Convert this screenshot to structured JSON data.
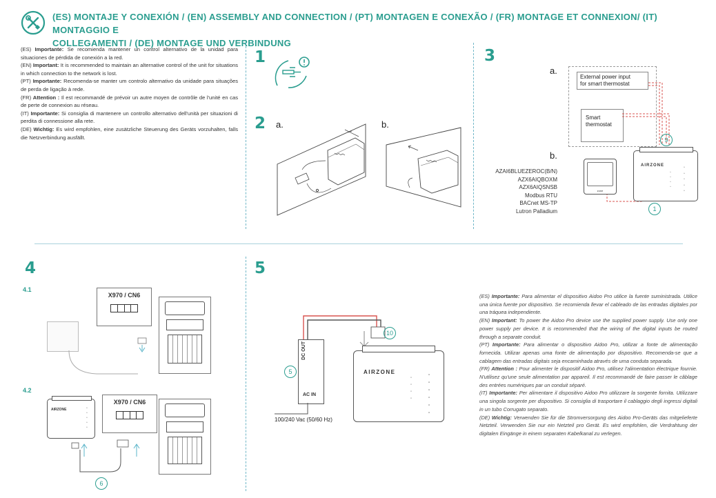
{
  "header": {
    "title_line1": "(ES) MONTAJE Y CONEXIÓN / (EN) ASSEMBLY AND CONNECTION / (PT) MONTAGEN E CONEXÃO / (FR) MONTAGE ET CONNEXION/ (IT) MONTAGGIO E",
    "title_line2": "COLLEGAMENTI / (DE) MONTAGE UND VERBINDUNG",
    "icon": "tools-icon"
  },
  "intro_notes": [
    {
      "lang": "(ES) ",
      "label": "Importante:",
      "text": " Se recomienda mantener un control alternativo de la unidad para situaciones de pérdida de conexión a la red."
    },
    {
      "lang": "(EN) ",
      "label": "Important:",
      "text": " It is recommended to maintain an alternative control of the unit for situations in which connection to the network is lost."
    },
    {
      "lang": "(PT) ",
      "label": "Importante:",
      "text": " Recomenda-se manter um controlo alternativo da unidade para situações de perda de ligação à rede."
    },
    {
      "lang": "(FR) ",
      "label": "Attention :",
      "text": " Il est recommandé de prévoir un autre moyen de contrôle de l'unité en cas de perte de connexion au réseau."
    },
    {
      "lang": "(IT) ",
      "label": "Importante:",
      "text": " Si consiglia di mantenere un controllo alternativo dell'unità per situazioni di perdita di connessione alla rete."
    },
    {
      "lang": "(DE) ",
      "label": "Wichtig:",
      "text": " Es wird empfohlen, eine zusätzliche Steuerung des Geräts vorzuhalten, falls die Netzverbindung ausfällt."
    }
  ],
  "steps": {
    "s1": "1",
    "s2": "2",
    "s3": "3",
    "s4": "4",
    "s5": "5",
    "s2a": "a.",
    "s2b": "b.",
    "s3a": "a.",
    "s3b": "b.",
    "s41": "4.1",
    "s42": "4.2"
  },
  "step3": {
    "external_power_l1": "External power input",
    "external_power_l2": "for smart thermostat",
    "smart_l1": "Smart",
    "smart_l2": "thermostat",
    "callout_9": "9",
    "callout_1": "1",
    "protocols": [
      "AZAI6BLUEZEROC(B/N)",
      "AZX6AIQBOXM",
      "AZX6AIQSNSB",
      "Modbus RTU",
      "BACnet MS-TP",
      "Lutron Palladium"
    ],
    "brand": "AIRZONE"
  },
  "step4": {
    "connector_label": "X970 / CN6",
    "callout_6": "6",
    "brand": "AIRZONE",
    "small_brand": "zone"
  },
  "step5": {
    "dc_out": "DC OUT",
    "ac_in": "AC IN",
    "voltage": "100/240 Vac (50/60 Hz)",
    "callout_5": "5",
    "callout_10": "10",
    "brand": "AIRZONE"
  },
  "power_notes": [
    {
      "lang": "(ES) ",
      "label": "Importante:",
      "text": " Para alimentar el dispositivo Aidoo Pro utilice la fuente suministrada. Utilice una única fuente por dispositivo. Se recomienda llevar el cableado de las entradas digitales por una tráquea independiente."
    },
    {
      "lang": "(EN) ",
      "label": "Important:",
      "text": " To power the Aidoo Pro device use the supplied power supply. Use only one power supply per device. It is recommended that the wiring of the digital inputs be routed through a separate conduit."
    },
    {
      "lang": "(PT) ",
      "label": "Importante:",
      "text": " Para alimentar o dispositivo Aidoo Pro, utilizar a fonte de alimentação fornecida. Utilizar apenas uma fonte de alimentação por dispositivo. Recomenda-se que a cablagem das entradas digitais seja encaminhada através de uma conduta separada."
    },
    {
      "lang": "(FR) ",
      "label": "Attention :",
      "text": " Pour alimenter le dispositif Aidoo Pro, utilisez l'alimentation électrique fournie. N'utilisez qu'une seule alimentation par appareil. Il est recommandé de faire passer le câblage des entrées numériques par un conduit séparé."
    },
    {
      "lang": "(IT) ",
      "label": "Importante:",
      "text": " Per alimentare il dispositivo Aidoo Pro utilizzare la sorgente fornita. Utilizzare una singola sorgente per dispositivo. Si consiglia di trasportare il cablaggio degli ingressi digitali in un tubo Corrugato separato."
    },
    {
      "lang": "(DE) ",
      "label": "Wichtig:",
      "text": " Verwenden Sie für die Stromversorgung des Aidoo Pro-Geräts das mitgelieferte Netzteil. Verwenden Sie nur ein Netzteil pro Gerät. Es wird empfohlen, die Verdrahtung der digitalen Eingänge in einem separaten Kabelkanal zu verlegen."
    }
  ],
  "colors": {
    "accent": "#2a9d8f",
    "red_wire": "#d9534f",
    "line": "#555555"
  }
}
